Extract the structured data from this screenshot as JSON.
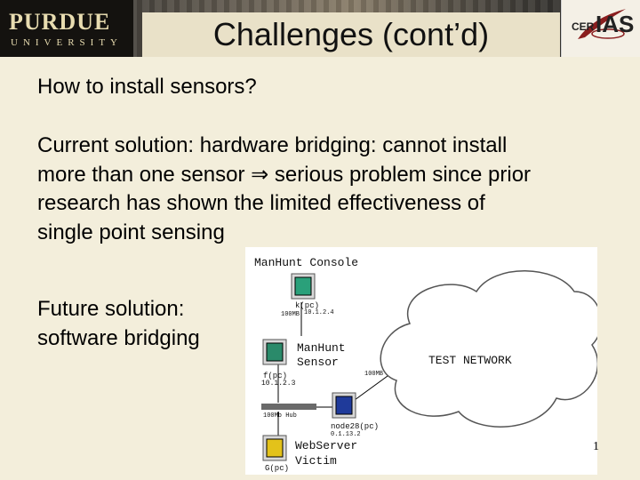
{
  "header": {
    "logo_main": "PURDUE",
    "logo_sub": "UNIVERSITY",
    "title": "Challenges (cont’d)",
    "cerias_cer": "CER",
    "cerias_ias": "IAS"
  },
  "body": {
    "question": "How to install sensors?",
    "current_lines": [
      "Current solution: hardware bridging: cannot  install",
      "more than one sensor ⇒ serious problem since prior",
      "research has shown the limited effectiveness of",
      "single point sensing"
    ],
    "future_lines": [
      "Future solution:",
      "software bridging"
    ]
  },
  "diagram": {
    "console_label": "ManHunt Console",
    "console_host": "k(pc)",
    "console_ip": "10.1.2.4",
    "console_speed": "100MB",
    "sensor_label_1": "ManHunt",
    "sensor_label_2": "Sensor",
    "sensor_host": "f(pc)",
    "sensor_ip": "10.1.2.3",
    "network_label": "TEST NETWORK",
    "link_speed": "100MB",
    "hub_label": "100Mb Hub",
    "node28_host": "node28(pc)",
    "node28_ip": "0.1.13.2",
    "web_label_1": "WebServer",
    "web_label_2": "Victim",
    "web_host": "G(pc)",
    "colors": {
      "console": "#2aa07a",
      "sensor": "#2a8a6a",
      "node28": "#1f3a9a",
      "web": "#e3c21a"
    }
  },
  "page_number": "1"
}
